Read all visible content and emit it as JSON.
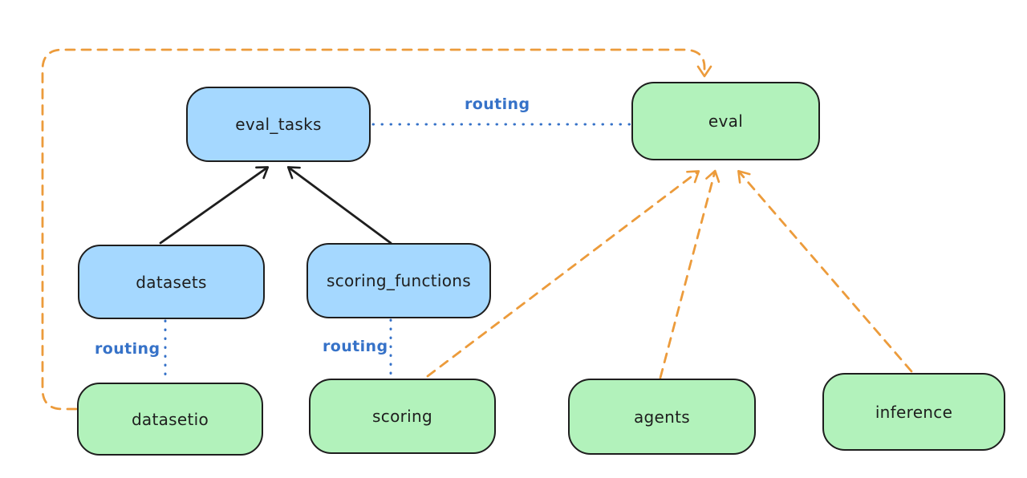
{
  "diagram": {
    "title": "",
    "nodes": [
      {
        "id": "eval_tasks",
        "label": "eval_tasks",
        "color": "blue"
      },
      {
        "id": "eval",
        "label": "eval",
        "color": "green"
      },
      {
        "id": "datasets",
        "label": "datasets",
        "color": "blue"
      },
      {
        "id": "scoring_functions",
        "label": "scoring_functions",
        "color": "blue"
      },
      {
        "id": "datasetio",
        "label": "datasetio",
        "color": "green"
      },
      {
        "id": "scoring",
        "label": "scoring",
        "color": "green"
      },
      {
        "id": "agents",
        "label": "agents",
        "color": "green"
      },
      {
        "id": "inference",
        "label": "inference",
        "color": "green"
      }
    ],
    "edges": [
      {
        "from": "datasets",
        "to": "eval_tasks",
        "style": "solid-black-arrow"
      },
      {
        "from": "scoring_functions",
        "to": "eval_tasks",
        "style": "solid-black-arrow"
      },
      {
        "from": "eval_tasks",
        "to": "eval",
        "style": "dotted-blue",
        "label": "routing"
      },
      {
        "from": "datasets",
        "to": "datasetio",
        "style": "dotted-blue",
        "label": "routing"
      },
      {
        "from": "scoring_functions",
        "to": "scoring",
        "style": "dotted-blue",
        "label": "routing"
      },
      {
        "from": "datasetio",
        "to": "eval",
        "style": "dashed-orange-arrow"
      },
      {
        "from": "scoring",
        "to": "eval",
        "style": "dashed-orange-arrow"
      },
      {
        "from": "agents",
        "to": "eval",
        "style": "dashed-orange-arrow"
      },
      {
        "from": "inference",
        "to": "eval",
        "style": "dashed-orange-arrow"
      }
    ],
    "edge_labels": [
      {
        "text": "routing"
      },
      {
        "text": "routing"
      },
      {
        "text": "routing"
      }
    ],
    "colors": {
      "blue_node_fill": "#a5d8ff",
      "green_node_fill": "#b2f2bb",
      "node_stroke": "#1e1e1e",
      "black_arrow": "#1e1e1e",
      "orange_arrow": "#ec9b3b",
      "routing_blue": "#3672c8",
      "background": "#ffffff"
    }
  }
}
